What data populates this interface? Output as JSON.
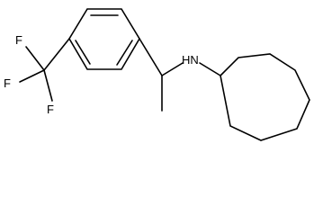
{
  "atoms": {
    "F1": "F",
    "F2": "F",
    "F3": "F",
    "N": "HN"
  }
}
